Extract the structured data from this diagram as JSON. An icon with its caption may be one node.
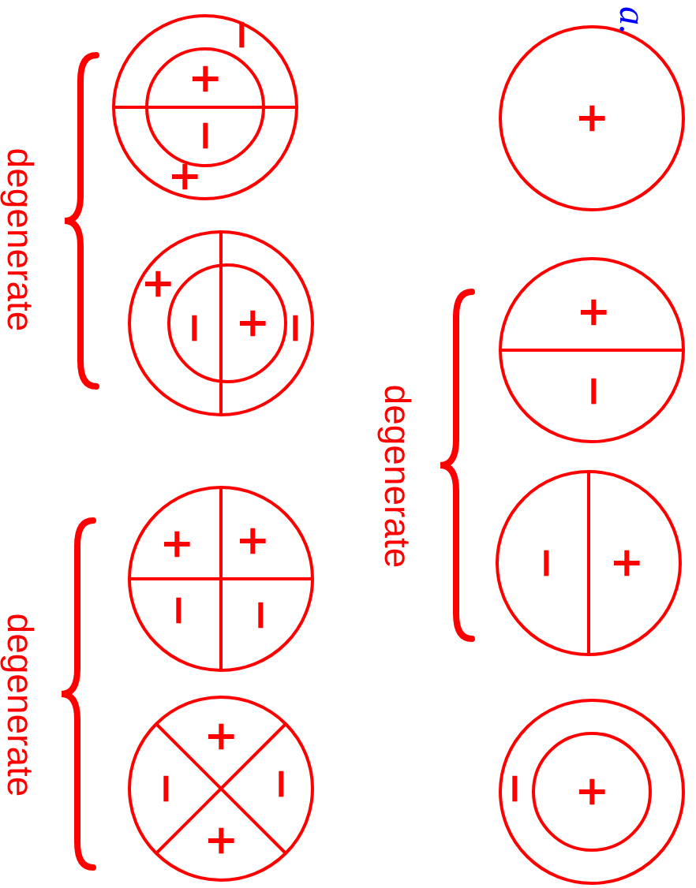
{
  "diagram": {
    "nodes": [
      {
        "text": [
          "+"
        ]
      },
      {
        "text": [
          "+",
          "−"
        ]
      },
      {
        "text": [
          "+",
          "−"
        ]
      },
      {
        "text": [
          "+",
          "−"
        ]
      },
      {
        "text": [
          "−",
          "+",
          "−",
          "+"
        ]
      },
      {
        "text": [
          "−",
          "+",
          "−",
          "+"
        ]
      },
      {
        "text": [
          "+",
          "−",
          "+",
          "−"
        ]
      },
      {
        "text": [
          "+",
          "−",
          "−",
          "+"
        ]
      }
    ],
    "labels": [
      "a.",
      "degenerate",
      "degenerate",
      "degenerate"
    ]
  }
}
